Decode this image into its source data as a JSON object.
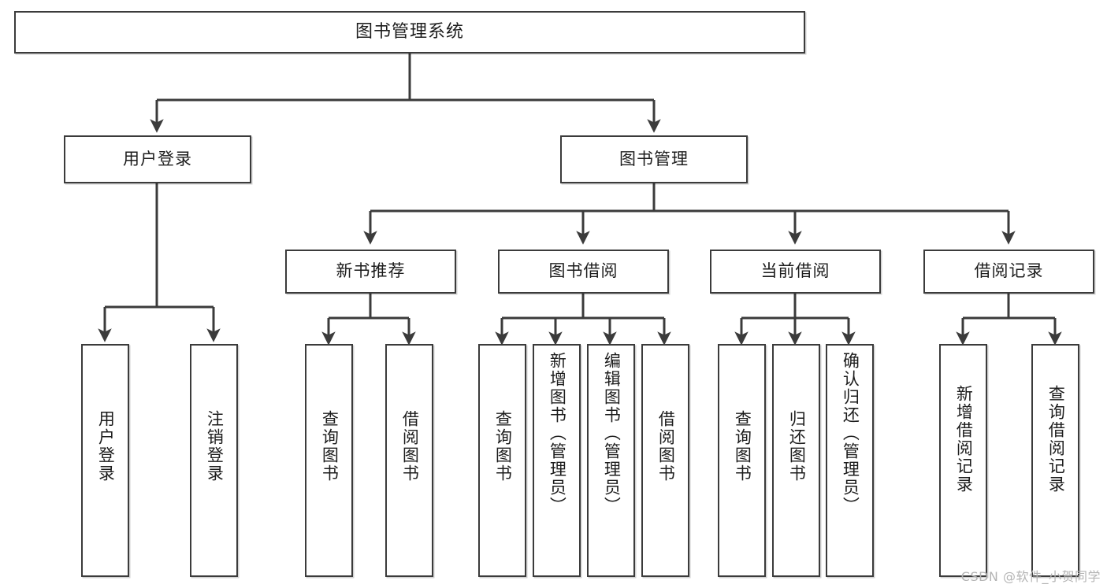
{
  "diagram": {
    "title": "图书管理系统",
    "type": "tree-hierarchy",
    "watermark": "CSDN @软件_小贺同学",
    "colors": {
      "stroke": "#3b3b3b",
      "fill": "#ffffff",
      "text": "#1c1c1c",
      "watermark": "#b4b4b4"
    },
    "levels": {
      "root": {
        "label": "图书管理系统"
      },
      "level2": [
        {
          "id": "user-login",
          "label": "用户登录"
        },
        {
          "id": "book-manage",
          "label": "图书管理"
        }
      ],
      "level3": [
        {
          "id": "new-book-recommend",
          "label": "新书推荐"
        },
        {
          "id": "book-borrow",
          "label": "图书借阅"
        },
        {
          "id": "current-borrow",
          "label": "当前借阅"
        },
        {
          "id": "borrow-record",
          "label": "借阅记录"
        }
      ],
      "leaves": {
        "user-login": [
          {
            "id": "leaf-user-login",
            "label": "用户登录"
          },
          {
            "id": "leaf-user-logout",
            "label": "注销登录"
          }
        ],
        "new-book-recommend": [
          {
            "id": "leaf-query-book-1",
            "label": "查询图书"
          },
          {
            "id": "leaf-borrow-book-1",
            "label": "借阅图书"
          }
        ],
        "book-borrow": [
          {
            "id": "leaf-query-book-2",
            "label": "查询图书"
          },
          {
            "id": "leaf-add-book-admin",
            "label": "新增图书（管理员）"
          },
          {
            "id": "leaf-edit-book-admin",
            "label": "编辑图书（管理员）"
          },
          {
            "id": "leaf-borrow-book-2",
            "label": "借阅图书"
          }
        ],
        "current-borrow": [
          {
            "id": "leaf-query-book-3",
            "label": "查询图书"
          },
          {
            "id": "leaf-return-book",
            "label": "归还图书"
          },
          {
            "id": "leaf-confirm-return-admin",
            "label": "确认归还（管理员）"
          }
        ],
        "borrow-record": [
          {
            "id": "leaf-add-borrow-record",
            "label": "新增借阅记录"
          },
          {
            "id": "leaf-query-borrow-record",
            "label": "查询借阅记录"
          }
        ]
      }
    }
  }
}
